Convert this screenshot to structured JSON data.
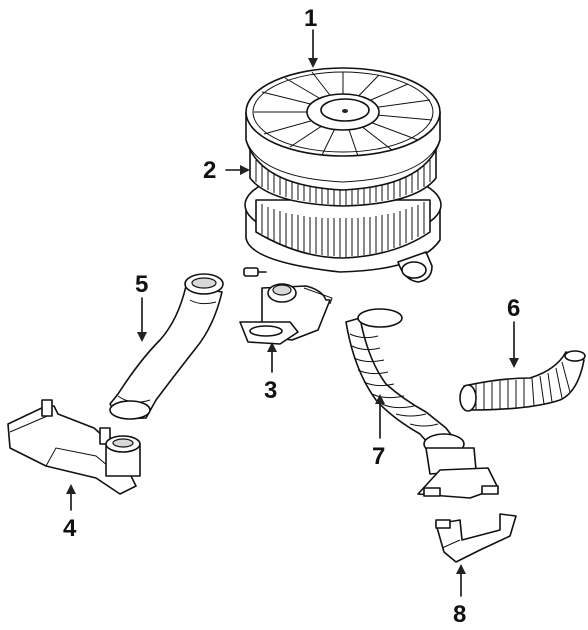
{
  "diagram": {
    "callouts": [
      {
        "id": "1",
        "text": "1",
        "part": "air-cleaner-cover"
      },
      {
        "id": "2",
        "text": "2",
        "part": "air-filter-element"
      },
      {
        "id": "3",
        "text": "3",
        "part": "snorkel-inlet"
      },
      {
        "id": "4",
        "text": "4",
        "part": "intake-duct-bracket"
      },
      {
        "id": "5",
        "text": "5",
        "part": "intake-hose"
      },
      {
        "id": "6",
        "text": "6",
        "part": "heat-stove-hose"
      },
      {
        "id": "7",
        "text": "7",
        "part": "flex-duct"
      },
      {
        "id": "8",
        "text": "8",
        "part": "duct-support-bracket"
      }
    ]
  }
}
